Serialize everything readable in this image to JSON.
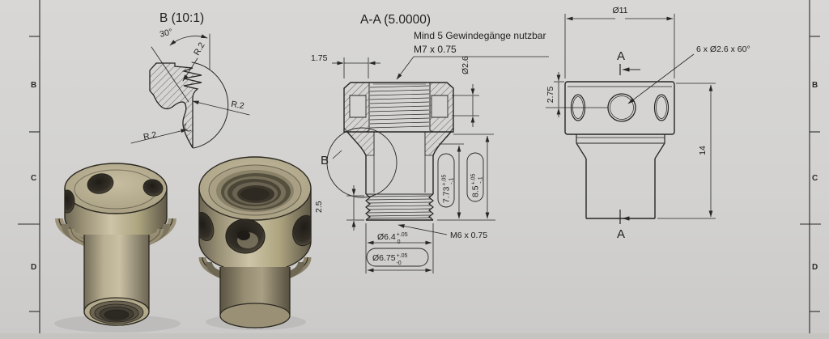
{
  "sheet": {
    "background_top": "#d8d7d5",
    "background_bottom": "#cbcac8",
    "bottom_strip_color": "#c5c4c1",
    "line_color": "#262626"
  },
  "frame": {
    "left_letters": [
      "B",
      "C",
      "D"
    ],
    "right_letters": [
      "B",
      "C",
      "D"
    ]
  },
  "views": {
    "detail": {
      "title": "B (10:1)",
      "angle": "30°",
      "r_top": "R.2",
      "r_right": "R.2",
      "r_bottom": "R.2"
    },
    "section": {
      "title": "A-A (5.0000)",
      "note_line1": "Mind 5 Gewindegänge nutzbar",
      "note_line2": "M7 x 0.75",
      "detail_label": "B",
      "dim_wall": "1.75",
      "dim_hole": "Ø2.6",
      "dim_thread_len": "2.5",
      "dim_minor": {
        "v": "Ø6.4",
        "sup": "+.05",
        "sub": "0"
      },
      "dim_major": {
        "v": "Ø6.75",
        "sup": "+.05",
        "sub": "-0"
      },
      "dim_ext_thread": "M6 x 0.75",
      "insp1": {
        "v": "7.73",
        "sup": "+.05",
        "sub": "-.1"
      },
      "insp2": {
        "v": "8.5",
        "sup": "+.05",
        "sub": "-.1"
      }
    },
    "front": {
      "dim_od": "Ø11",
      "section_label_top": "A",
      "section_label_bottom": "A",
      "holes_note": "6 x Ø2.6 x 60°",
      "dim_offset": "2.75",
      "dim_height": "14"
    },
    "renders": {
      "body_light": "#cdc4a8",
      "body_mid": "#a89f84",
      "body_dark": "#6b6452",
      "body_deep": "#47423a",
      "outline": "#2b2820"
    }
  }
}
